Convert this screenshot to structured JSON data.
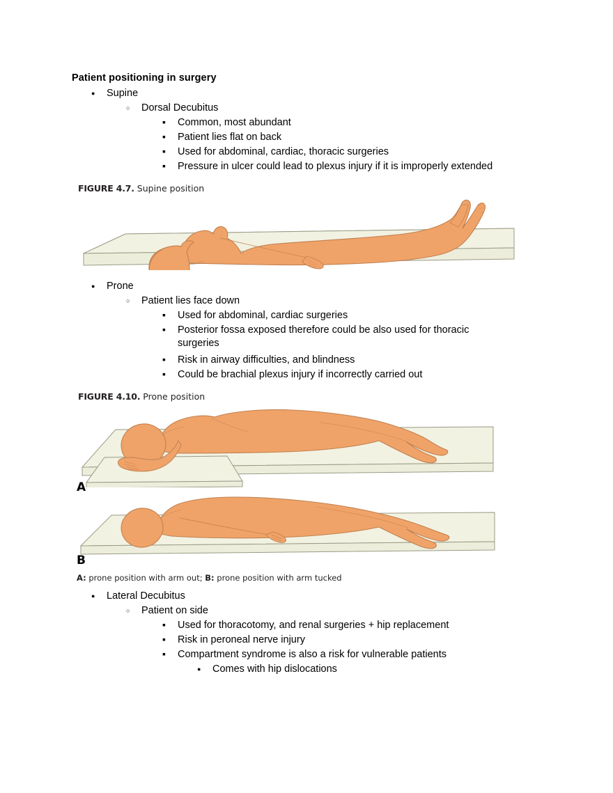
{
  "document": {
    "title": "Patient positioning in surgery"
  },
  "outline": [
    {
      "level": 1,
      "marker": "disc",
      "text": "Supine"
    },
    {
      "level": 2,
      "marker": "circle",
      "text": "Dorsal Decubitus"
    },
    {
      "level": 3,
      "marker": "square",
      "text": "Common, most abundant"
    },
    {
      "level": 3,
      "marker": "square",
      "text": "Patient lies flat on back"
    },
    {
      "level": 3,
      "marker": "square",
      "text": "Used for abdominal, cardiac, thoracic surgeries"
    },
    {
      "level": 3,
      "marker": "square",
      "text": "Pressure in ulcer could lead to plexus injury if it is improperly extended"
    },
    {
      "level": 1,
      "marker": "disc",
      "text": "Prone"
    },
    {
      "level": 2,
      "marker": "circle",
      "text": "Patient lies face down"
    },
    {
      "level": 3,
      "marker": "square",
      "text": "Used for abdominal, cardiac surgeries"
    },
    {
      "level": 3,
      "marker": "square",
      "text": "Posterior fossa exposed therefore could be also used for thoracic surgeries"
    },
    {
      "level": 3,
      "marker": "square",
      "text": "Risk in airway difficulties, and blindness"
    },
    {
      "level": 3,
      "marker": "square",
      "text": "Could be brachial plexus injury if incorrectly carried out"
    },
    {
      "level": 1,
      "marker": "disc",
      "text": "Lateral Decubitus"
    },
    {
      "level": 2,
      "marker": "circle",
      "text": "Patient on side"
    },
    {
      "level": 3,
      "marker": "square",
      "text": "Used for thoracotomy, and renal surgeries  + hip replacement"
    },
    {
      "level": 3,
      "marker": "square",
      "text": "Risk in peroneal nerve injury"
    },
    {
      "level": 3,
      "marker": "square",
      "text": "Compartment syndrome is also a risk for vulnerable patients"
    },
    {
      "level": 4,
      "marker": "disc",
      "text": "Comes with hip dislocations"
    }
  ],
  "figures": {
    "supine": {
      "caption_lead": "FIGURE 4.7.",
      "caption_rest": " Supine position",
      "alt": "supine-position-illustration"
    },
    "prone": {
      "caption_lead": "FIGURE 4.10.",
      "caption_rest": " Prone position",
      "panel_a_label": "A",
      "panel_b_label": "B",
      "subcaption_a_key": "A:",
      "subcaption_a_text": " prone position with arm out; ",
      "subcaption_b_key": "B:",
      "subcaption_b_text": " prone position with arm tucked",
      "alt": "prone-position-illustration"
    }
  },
  "colors": {
    "body_fill": "#F0A368",
    "body_outline": "#C08050",
    "table_top": "#F2F2E2",
    "table_edge": "#EBEBD8",
    "table_outline": "#9A9A86",
    "page_background": "#FFFFFF",
    "text": "#000000",
    "caption_text": "#231F20"
  }
}
